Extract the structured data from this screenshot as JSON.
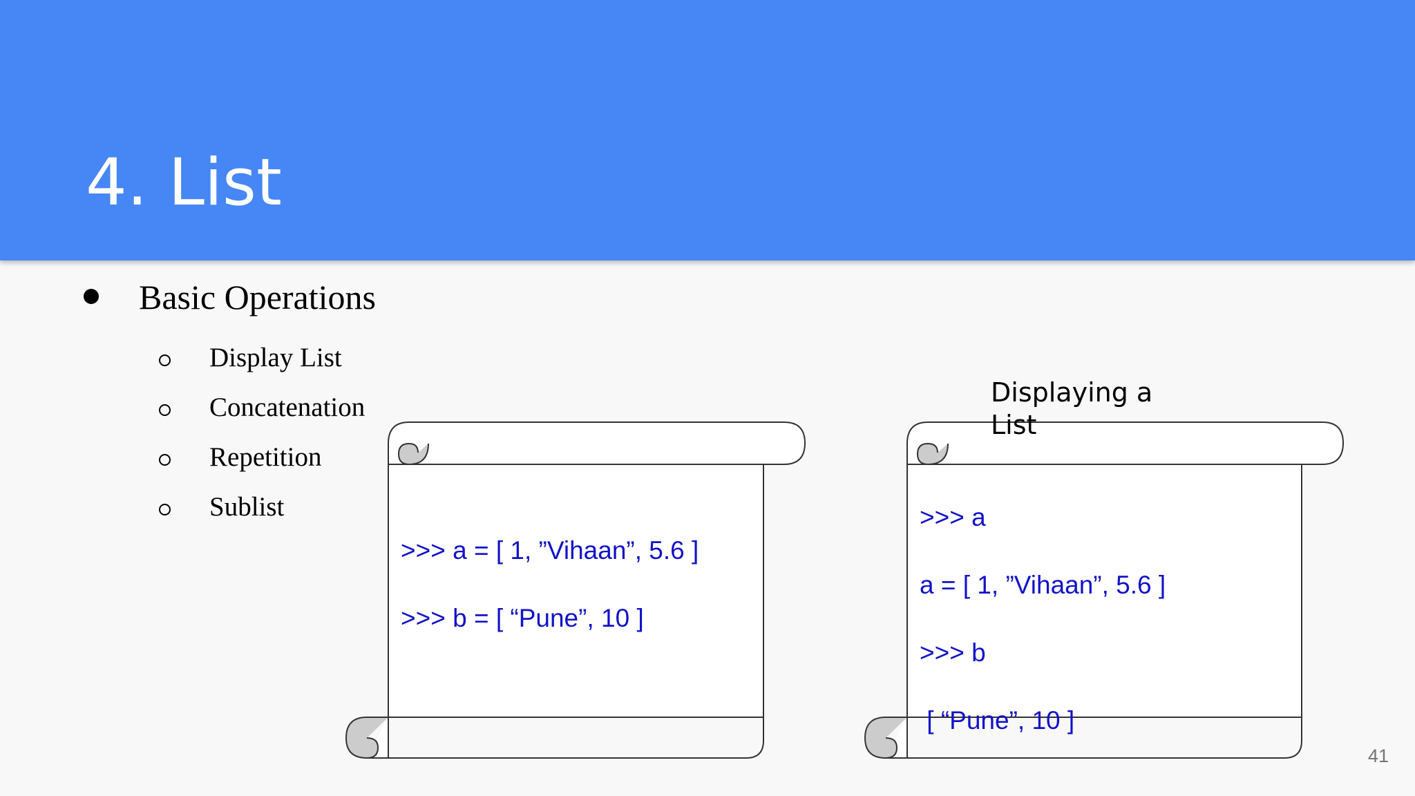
{
  "slide": {
    "title": "4. List",
    "page_number": "41"
  },
  "content": {
    "main_bullet": "Basic Operations",
    "sub_bullets": [
      "Display List",
      "Concatenation",
      "Repetition",
      "Sublist"
    ]
  },
  "scroll_left": {
    "lines": [
      ">>> a = [ 1, ”Vihaan”, 5.6 ]",
      ">>> b = [ “Pune”, 10 ]"
    ]
  },
  "scroll_right": {
    "caption": [
      "Displaying a",
      "List"
    ],
    "lines": [
      ">>> a",
      "a = [ 1, ”Vihaan”, 5.6 ]",
      ">>> b",
      " [ “Pune”, 10 ]"
    ]
  },
  "colors": {
    "header": "#4687f5",
    "code_text": "#1212c8",
    "scroll_fill": "#ffffff",
    "scroll_curl": "#cccccc"
  }
}
